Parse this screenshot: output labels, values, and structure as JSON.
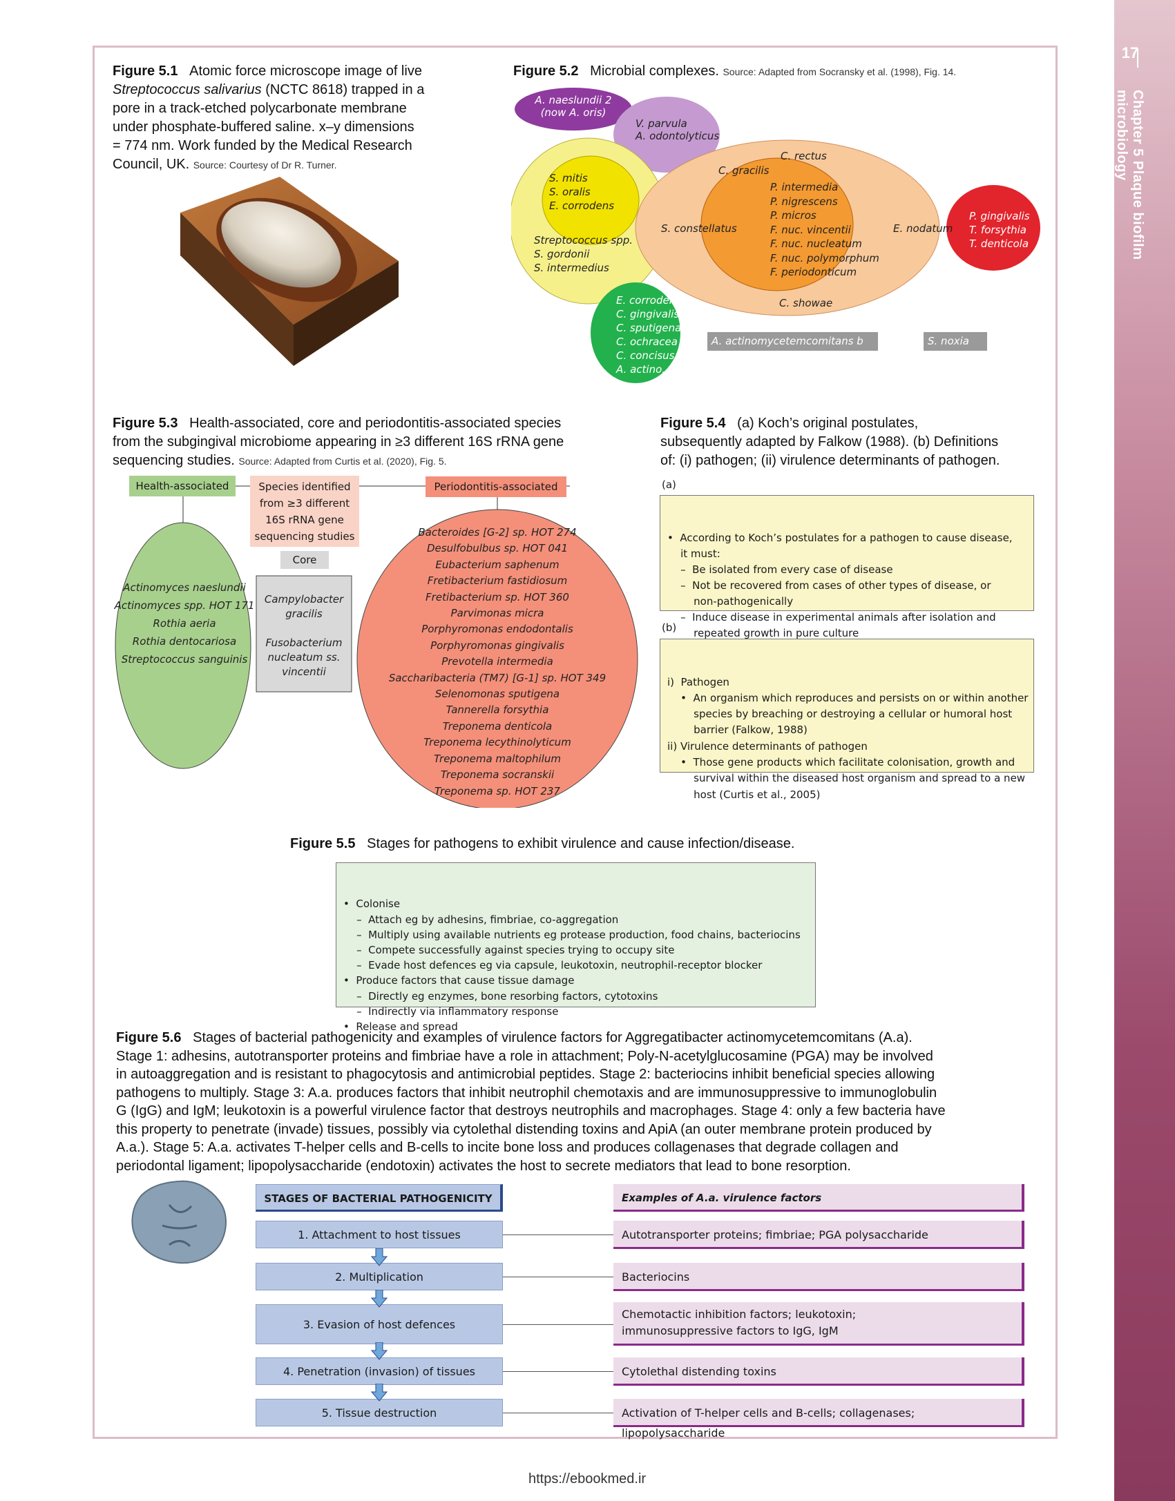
{
  "page": {
    "number": "17",
    "chapter": "Chapter 5  Plaque biofilm microbiology",
    "footer_url": "https://ebookmed.ir"
  },
  "fig51": {
    "label": "Figure 5.1",
    "line1": "Atomic force microscope image of live",
    "species": "Streptococcus salivarius",
    "line2": "(NCTC 8618) trapped in a",
    "line3": "pore in a track-etched polycarbonate membrane",
    "line4": "under phosphate-buffered saline. x–y dimensions",
    "line5": "= 774 nm. Work funded by the Medical Research",
    "line6": "Council, UK.",
    "source": "Source: Courtesy of Dr R. Turner."
  },
  "fig52": {
    "label": "Figure 5.2",
    "title": "Microbial complexes.",
    "source": "Source: Adapted from Socransky et al. (1998), Fig. 14.",
    "purple": [
      "A. naeslundii 2",
      "(now A. oris)"
    ],
    "lilac": [
      "V. parvula",
      "A. odontolyticus"
    ],
    "yellow_inner": [
      "S. mitis",
      "S. oralis",
      "E. corrodens"
    ],
    "yellow_outer": [
      "Streptococcus spp.",
      "S. gordonii",
      "S. intermedius"
    ],
    "orange_outer": [
      "C. rectus",
      "C. gracilis",
      "S. constellatus",
      "E. nodatum",
      "C. showae"
    ],
    "orange_inner": [
      "P. intermedia",
      "P. nigrescens",
      "P. micros",
      "F. nuc. vincentii",
      "F. nuc. nucleatum",
      "F. nuc. polymorphum",
      "F. periodonticum"
    ],
    "red": [
      "P. gingivalis",
      "T. forsythia",
      "T. denticola"
    ],
    "green": [
      "E. corrodens",
      "C. gingivalis",
      "C. sputigena",
      "C. ochracea",
      "C. concisus",
      "A. actino. a"
    ],
    "grey1": "A. actinomycetemcomitans b",
    "grey2": "S. noxia",
    "colors": {
      "purple": "#8e3a9e",
      "lilac": "#c59ad0",
      "yellow": "#f6f08a",
      "yellow_inner": "#f2e200",
      "orange_outer": "#f8c99a",
      "orange_inner": "#f39a32",
      "red": "#e2242d",
      "green": "#22b14c",
      "grey": "#9a9a9a"
    }
  },
  "fig53": {
    "label": "Figure 5.3",
    "line1": "Health-associated, core and periodontitis-associated species",
    "line2": "from the subgingival microbiome appearing in ≥3 different 16S rRNA gene",
    "line3": "sequencing studies.",
    "source": "Source: Adapted from Curtis et al. (2020), Fig. 5.",
    "health_title": "Health-associated",
    "center_title": [
      "Species identified",
      "from ≥3 different",
      "16S rRNA gene",
      "sequencing studies"
    ],
    "core_title": "Core",
    "perio_title": "Periodontitis-associated",
    "health": [
      "Actinomyces naeslundii",
      "Actinomyces spp. HOT 171",
      "Rothia aeria",
      "Rothia dentocariosa",
      "Streptococcus sanguinis"
    ],
    "core": [
      "Campylobacter",
      "gracilis",
      "",
      "Fusobacterium",
      "nucleatum ss.",
      "vincentii"
    ],
    "perio": [
      "Bacteroides [G-2] sp. HOT 274",
      "Desulfobulbus sp. HOT 041",
      "Eubacterium saphenum",
      "Fretibacterium fastidiosum",
      "Fretibacterium sp. HOT 360",
      "Parvimonas micra",
      "Porphyromonas endodontalis",
      "Porphyromonas gingivalis",
      "Prevotella intermedia",
      "Saccharibacteria (TM7) [G-1] sp. HOT 349",
      "Selenomonas sputigena",
      "Tannerella forsythia",
      "Treponema denticola",
      "Treponema lecythinolyticum",
      "Treponema maltophilum",
      "Treponema socranskii",
      "Treponema sp. HOT 237"
    ],
    "colors": {
      "health": "#a8d08d",
      "core": "#d9d9d9",
      "perio": "#f4907a",
      "center": "#f9d3c6"
    }
  },
  "fig54": {
    "label": "Figure 5.4",
    "line1": "(a) Koch’s original postulates,",
    "line2": "subsequently adapted by Falkow (1988). (b) Definitions",
    "line3": "of: (i) pathogen; (ii) virulence determinants of pathogen.",
    "a_label": "(a)",
    "a_lines": [
      "•  According to Koch’s postulates for a pathogen to cause disease,",
      "    it must:",
      "    –  Be isolated from every case of disease",
      "    –  Not be recovered from cases of other types of disease, or",
      "        non-pathogenically",
      "    –  Induce disease in experimental animals after isolation and",
      "        repeated growth in pure culture"
    ],
    "b_label": "(b)",
    "b_lines": [
      "i)  Pathogen",
      "    •  An organism which reproduces and persists on or within another",
      "        species by breaching or destroying a cellular or humoral host",
      "        barrier (Falkow, 1988)",
      "ii) Virulence determinants of pathogen",
      "    •  Those gene products which facilitate colonisation, growth and",
      "        survival within the diseased host organism and spread to a new",
      "        host (Curtis et al., 2005)"
    ]
  },
  "fig55": {
    "label": "Figure 5.5",
    "title": "Stages for pathogens to exhibit virulence and cause infection/disease.",
    "lines": [
      "•  Colonise",
      "    –  Attach eg by adhesins, fimbriae, co-aggregation",
      "    –  Multiply using available nutrients eg protease production, food chains, bacteriocins",
      "    –  Compete successfully against species trying to occupy site",
      "    –  Evade host defences eg via capsule, leukotoxin, neutrophil-receptor blocker",
      "•  Produce factors that cause tissue damage",
      "    –  Directly eg enzymes, bone resorbing factors, cytotoxins",
      "    –  Indirectly via inflammatory response",
      "•  Release and spread"
    ]
  },
  "fig56": {
    "label": "Figure 5.6",
    "caption_lines": [
      "Stages of bacterial pathogenicity and examples of virulence factors for Aggregatibacter actinomycetemcomitans (A.a).",
      "Stage 1: adhesins, autotransporter proteins and fimbriae have a role in attachment; Poly-N-acetylglucosamine (PGA) may be involved",
      "in autoaggregation and is resistant to phagocytosis and antimicrobial peptides. Stage 2: bacteriocins inhibit beneficial species allowing",
      "pathogens to multiply. Stage 3: A.a. produces factors that inhibit neutrophil chemotaxis and are immunosuppressive to immunoglobulin",
      "G (IgG) and IgM; leukotoxin is a powerful virulence factor that destroys neutrophils and macrophages. Stage 4: only a few bacteria have",
      "this property to penetrate (invade) tissues, possibly via cytolethal distending toxins and ApiA (an outer membrane protein produced by",
      "A.a.). Stage 5: A.a. activates T-helper cells and B-cells to incite bone loss and produces collagenases that degrade collagen and",
      "periodontal ligament; lipopolysaccharide (endotoxin) activates the host to secrete mediators that lead to bone resorption."
    ],
    "stages_header": "STAGES OF BACTERIAL PATHOGENICITY",
    "examples_header": "Examples of A.a. virulence factors",
    "stages": [
      "1. Attachment to host tissues",
      "2. Multiplication",
      "3. Evasion of host defences",
      "4. Penetration (invasion) of tissues",
      "5. Tissue destruction"
    ],
    "examples": [
      "Autotransporter proteins; fimbriae; PGA polysaccharide",
      "Bacteriocins",
      "Chemotactic inhibition factors; leukotoxin; immunosuppressive factors to IgG, IgM",
      "Cytolethal distending toxins",
      "Activation of T-helper cells and B-cells; collagenases; lipopolysaccharide"
    ]
  }
}
